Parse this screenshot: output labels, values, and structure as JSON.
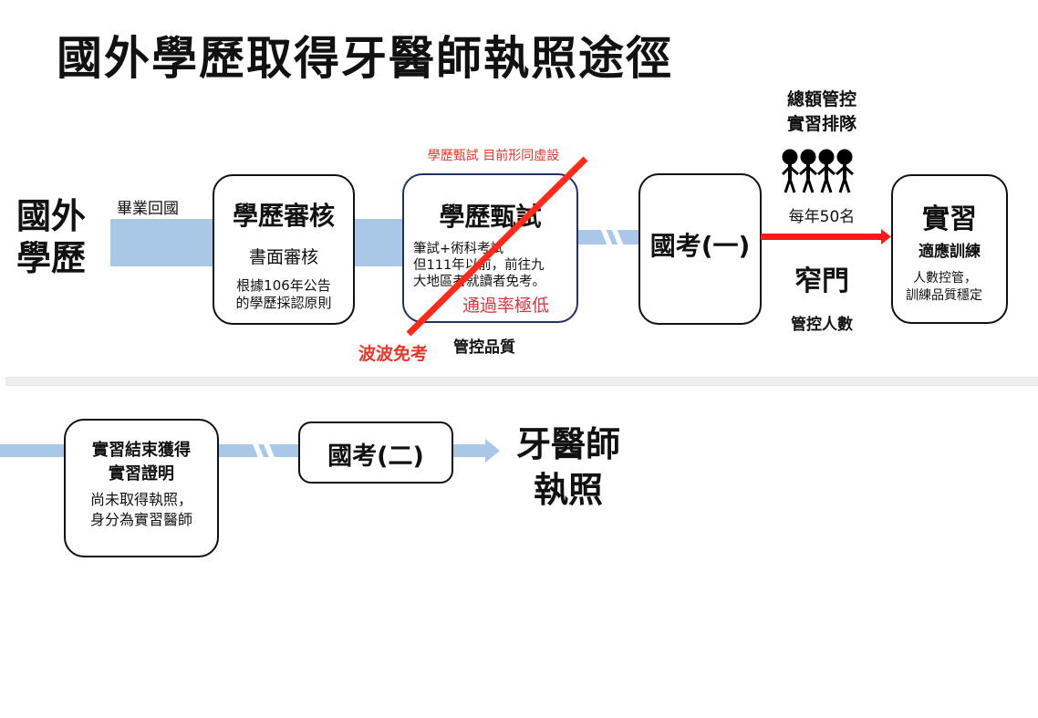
{
  "title": "國外學歷取得牙醫師執照途徑",
  "start": {
    "line1": "國外",
    "line2": "學歷"
  },
  "return_label": "畢業回國",
  "credential_review": {
    "heading": "學歷審核",
    "subheading": "書面審核",
    "note_line1": "根據106年公告",
    "note_line2": "的學歷採認原則"
  },
  "screening_exam": {
    "top_note": "學歷甄試 目前形同虛設",
    "heading": "學歷甄試",
    "line1": "筆試+術科考試",
    "line2": "但111年以前，前往九",
    "line3": "大地區者就讀者免考。",
    "pass_rate": "通過率極低",
    "below_label": "管控品質",
    "exempt_label": "波波免考"
  },
  "exam1": {
    "label": "國考(一)"
  },
  "bottleneck": {
    "top_line1": "總額管控",
    "top_line2": "實習排隊",
    "people_icon": "people-group-icon",
    "quota": "每年50名",
    "gate": "窄門",
    "bottom": "管控人數"
  },
  "internship": {
    "heading": "實習",
    "subheading": "適應訓練",
    "note_line1": "人數控管，",
    "note_line2": "訓練品質穩定"
  },
  "internship_end": {
    "heading_line1": "實習結束獲得",
    "heading_line2": "實習證明",
    "note_line1": "尚未取得執照，",
    "note_line2": "身分為實習醫師"
  },
  "exam2": {
    "label": "國考(二)"
  },
  "goal": {
    "line1": "牙醫師",
    "line2": "執照"
  },
  "colors": {
    "band": "#a9c8e8",
    "strike": "#ff2a1a",
    "arrow": "#ff1a1a",
    "red_text": "#e8362a",
    "navy_border": "#1f3263"
  }
}
